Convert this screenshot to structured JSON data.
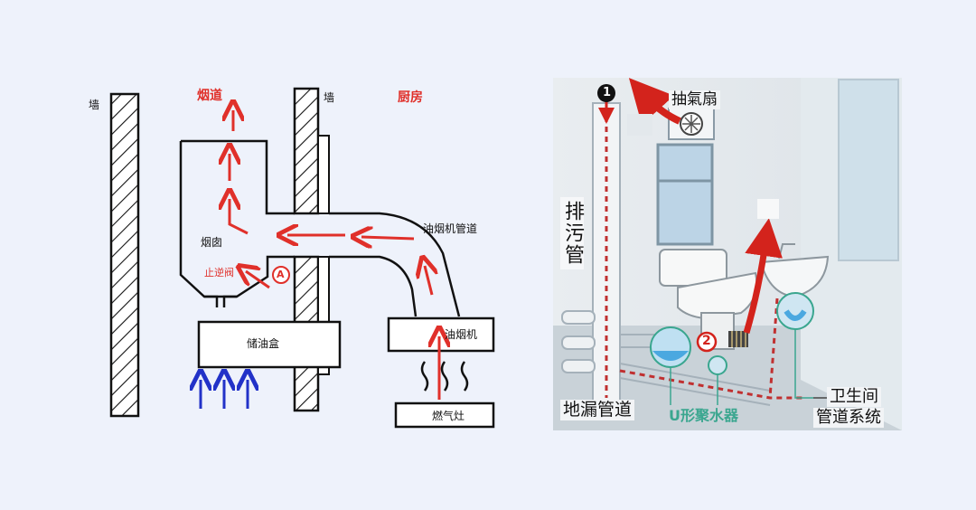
{
  "left_diagram": {
    "wall_left": "墙",
    "flue_title": "烟道",
    "wall_right": "墙",
    "kitchen": "厨房",
    "hood_duct": "油烟机管道",
    "chimney": "烟囱",
    "check_valve": "止逆阀",
    "marker_a": "A",
    "oil_box": "储油盒",
    "range_hood": "油烟机",
    "gas_stove": "燃气灶"
  },
  "right_diagram": {
    "marker_1": "1",
    "marker_2": "2",
    "exhaust_fan": "抽氣扇",
    "drain_pipe": "排污管",
    "floor_drain_pipe": "地漏管道",
    "u_trap": "U形聚水器",
    "bathroom_line1": "卫生间",
    "bathroom_line2": "管道系统"
  },
  "colors": {
    "background": "#eef2fb",
    "red_arrow": "#e0302a",
    "blue_arrow": "#2232c8",
    "teal_label": "#3aa68f",
    "water": "#4aa8e0"
  }
}
